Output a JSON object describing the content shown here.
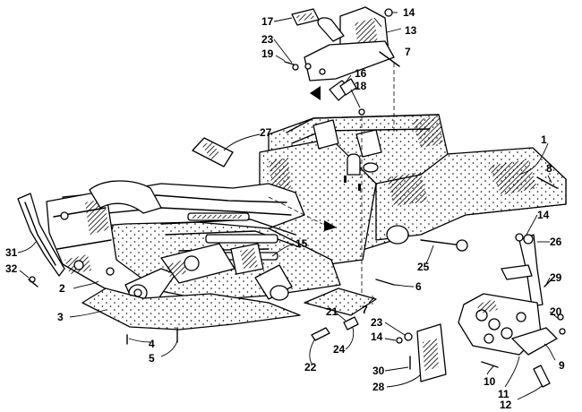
{
  "diagram": {
    "callouts": [
      {
        "id": "c1",
        "text": "1"
      },
      {
        "id": "c2",
        "text": "2"
      },
      {
        "id": "c3",
        "text": "3"
      },
      {
        "id": "c4",
        "text": "4"
      },
      {
        "id": "c5",
        "text": "5"
      },
      {
        "id": "c6",
        "text": "6"
      },
      {
        "id": "c7a",
        "text": "7"
      },
      {
        "id": "c7b",
        "text": "7"
      },
      {
        "id": "c8",
        "text": "8"
      },
      {
        "id": "c9",
        "text": "9"
      },
      {
        "id": "c10",
        "text": "10"
      },
      {
        "id": "c11",
        "text": "11"
      },
      {
        "id": "c12",
        "text": "12"
      },
      {
        "id": "c13",
        "text": "13"
      },
      {
        "id": "c14a",
        "text": "14"
      },
      {
        "id": "c14b",
        "text": "14"
      },
      {
        "id": "c14c",
        "text": "14"
      },
      {
        "id": "c15",
        "text": "15"
      },
      {
        "id": "c16",
        "text": "16"
      },
      {
        "id": "c17",
        "text": "17"
      },
      {
        "id": "c18",
        "text": "18"
      },
      {
        "id": "c19",
        "text": "19"
      },
      {
        "id": "c20",
        "text": "20"
      },
      {
        "id": "c21",
        "text": "21"
      },
      {
        "id": "c22",
        "text": "22"
      },
      {
        "id": "c23a",
        "text": "23"
      },
      {
        "id": "c23b",
        "text": "23"
      },
      {
        "id": "c24",
        "text": "24"
      },
      {
        "id": "c25",
        "text": "25"
      },
      {
        "id": "c26",
        "text": "26"
      },
      {
        "id": "c27",
        "text": "27"
      },
      {
        "id": "c28",
        "text": "28"
      },
      {
        "id": "c29",
        "text": "29"
      },
      {
        "id": "c30",
        "text": "30"
      },
      {
        "id": "c31",
        "text": "31"
      },
      {
        "id": "c32",
        "text": "32"
      }
    ]
  }
}
